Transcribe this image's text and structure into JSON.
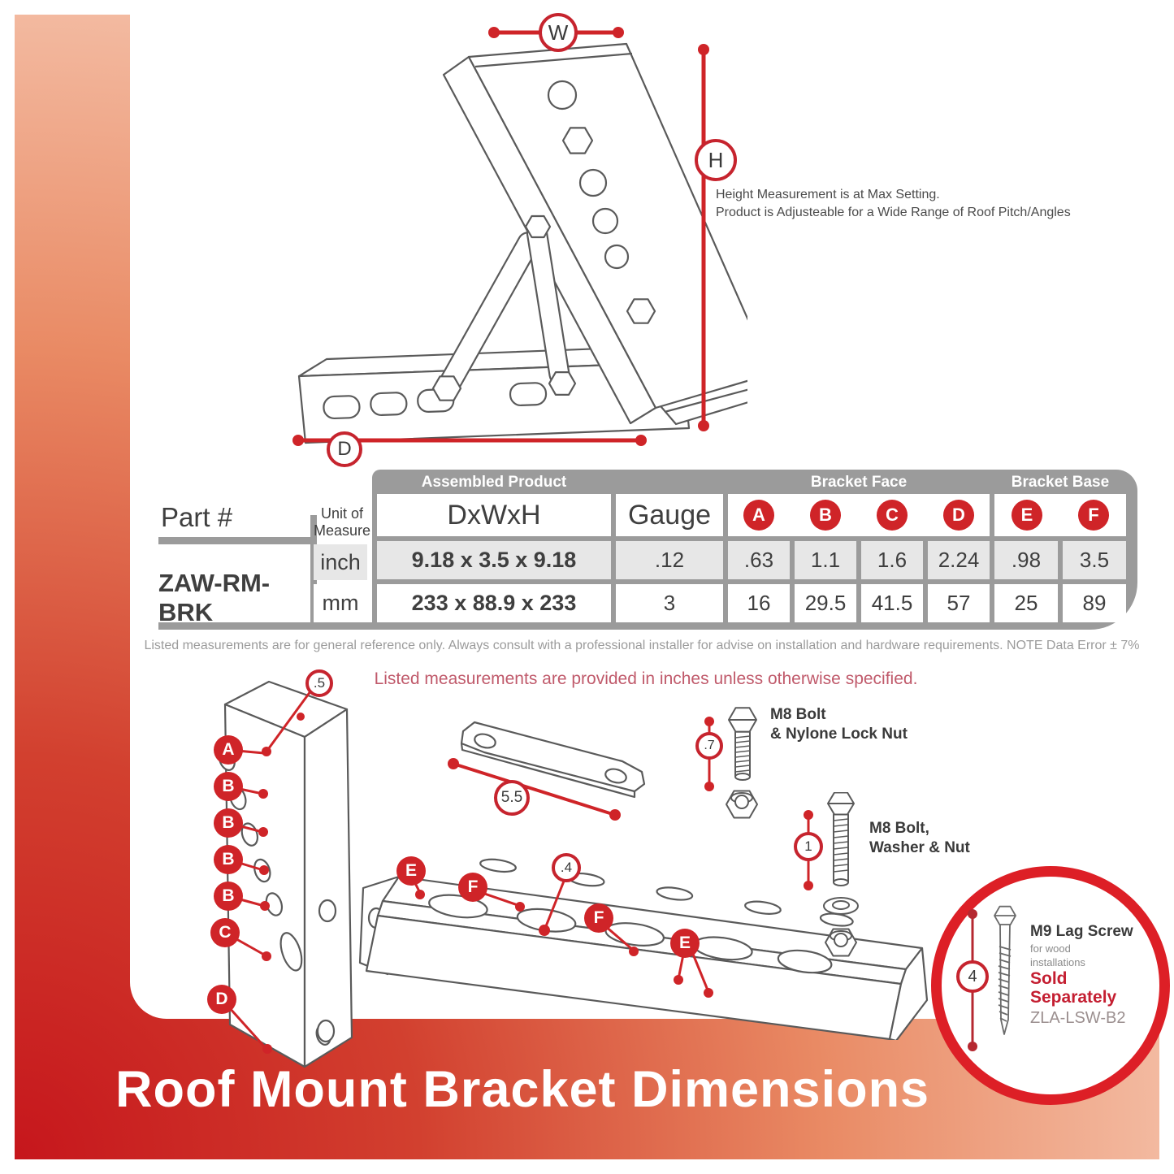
{
  "page": {
    "title": "Roof Mount Bracket Dimensions"
  },
  "colors": {
    "red": "#cf2428",
    "ring_red": "#c6242e",
    "band_gray": "#9b9b9b",
    "cell_gray": "#e7e7e7",
    "deep_red": "#c6161c",
    "sold_red": "#c41e31"
  },
  "top_diagram": {
    "width_label": "W",
    "height_label": "H",
    "depth_label": "D",
    "note_line1": "Height Measurement is at Max Setting.",
    "note_line2": "Product is Adjusteable for a Wide Range of Roof Pitch/Angles"
  },
  "table": {
    "part_header": "Part #",
    "unit_header_line1": "Unit of",
    "unit_header_line2": "Measure",
    "part_number": "ZAW-RM-BRK",
    "band_assembled": "Assembled Product",
    "band_face": "Bracket Face",
    "band_base": "Bracket Base",
    "col_dims": "DxWxH",
    "col_gauge": "Gauge",
    "letters": [
      "A",
      "B",
      "C",
      "D",
      "E",
      "F"
    ],
    "rows": [
      {
        "unit": "inch",
        "dims": "9.18 x 3.5 x 9.18",
        "gauge": ".12",
        "values": [
          ".63",
          "1.1",
          "1.6",
          "2.24",
          ".98",
          "3.5"
        ]
      },
      {
        "unit": "mm",
        "dims": "233 x 88.9 x 233",
        "gauge": "3",
        "values": [
          "16",
          "29.5",
          "41.5",
          "57",
          "25",
          "89"
        ]
      }
    ],
    "footnote": "Listed measurements are for general reference only. Always consult with a professional installer for advise on installation and hardware requirements. NOTE Data Error ± 7%"
  },
  "units_note": "Listed measurements are provided in inches unless otherwise specified.",
  "exploded": {
    "upright_dim": ".5",
    "upright_badges": [
      "A",
      "B",
      "B",
      "B",
      "B",
      "C",
      "D"
    ],
    "strap_dim": "5.5",
    "rail_dim": ".4",
    "rail_badges": [
      "E",
      "F",
      "F",
      "E"
    ],
    "bolt1": {
      "dim": ".7",
      "line1": "M8 Bolt",
      "line2": "& Nylone Lock Nut"
    },
    "bolt2": {
      "dim": "1",
      "line1": "M8 Bolt,",
      "line2": "Washer & Nut"
    },
    "lag": {
      "dim": "4",
      "name": "M9 Lag Screw",
      "desc1": "for wood",
      "desc2": "installations",
      "sold_line1": "Sold",
      "sold_line2": "Separately",
      "sku": "ZLA-LSW-B2"
    }
  }
}
